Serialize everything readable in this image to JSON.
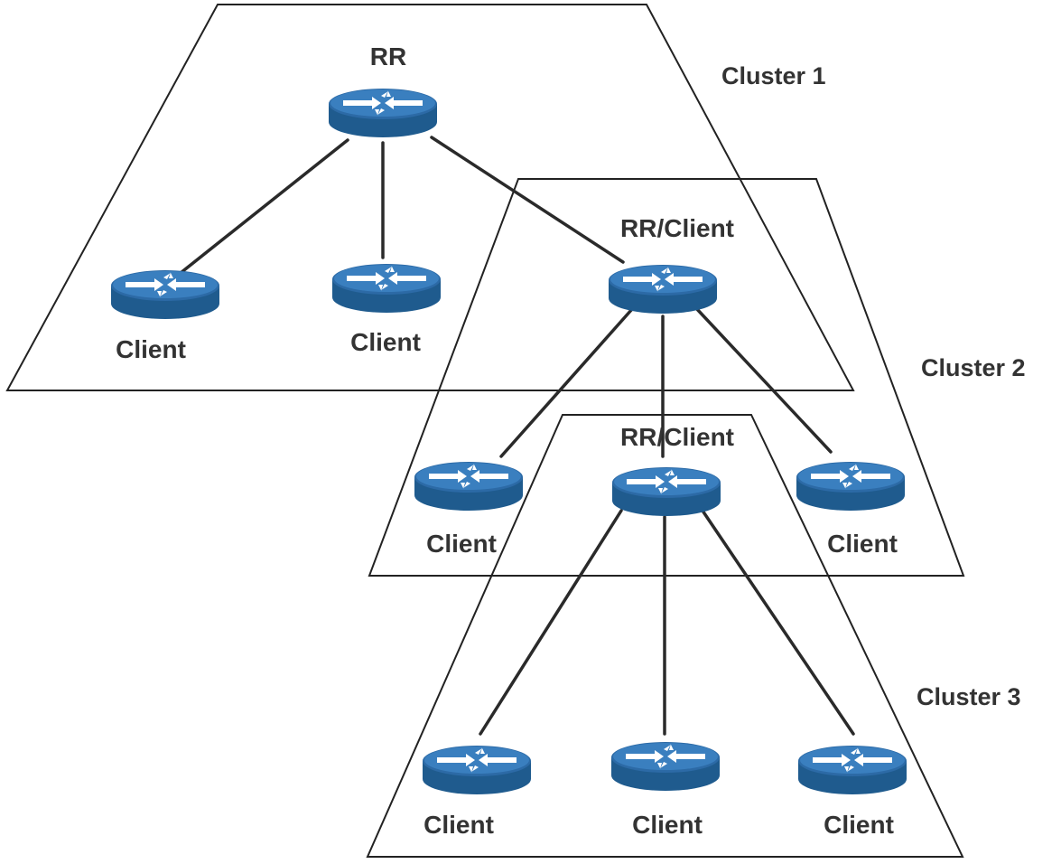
{
  "colors": {
    "router_side": "#1f5b8e",
    "router_top": "#3a7fbf",
    "line": "#2a2a2a",
    "text": "#333333"
  },
  "clusters": [
    {
      "label": "Cluster 1"
    },
    {
      "label": "Cluster 2"
    },
    {
      "label": "Cluster 3"
    }
  ],
  "routers": [
    {
      "label": "RR",
      "icon": "router-icon"
    },
    {
      "label": "Client",
      "icon": "router-icon"
    },
    {
      "label": "Client",
      "icon": "router-icon"
    },
    {
      "label": "RR/Client",
      "icon": "router-icon"
    },
    {
      "label": "Client",
      "icon": "router-icon"
    },
    {
      "label": "RR/Client",
      "icon": "router-icon"
    },
    {
      "label": "Client",
      "icon": "router-icon"
    },
    {
      "label": "Client",
      "icon": "router-icon"
    },
    {
      "label": "Client",
      "icon": "router-icon"
    },
    {
      "label": "Client",
      "icon": "router-icon"
    }
  ]
}
